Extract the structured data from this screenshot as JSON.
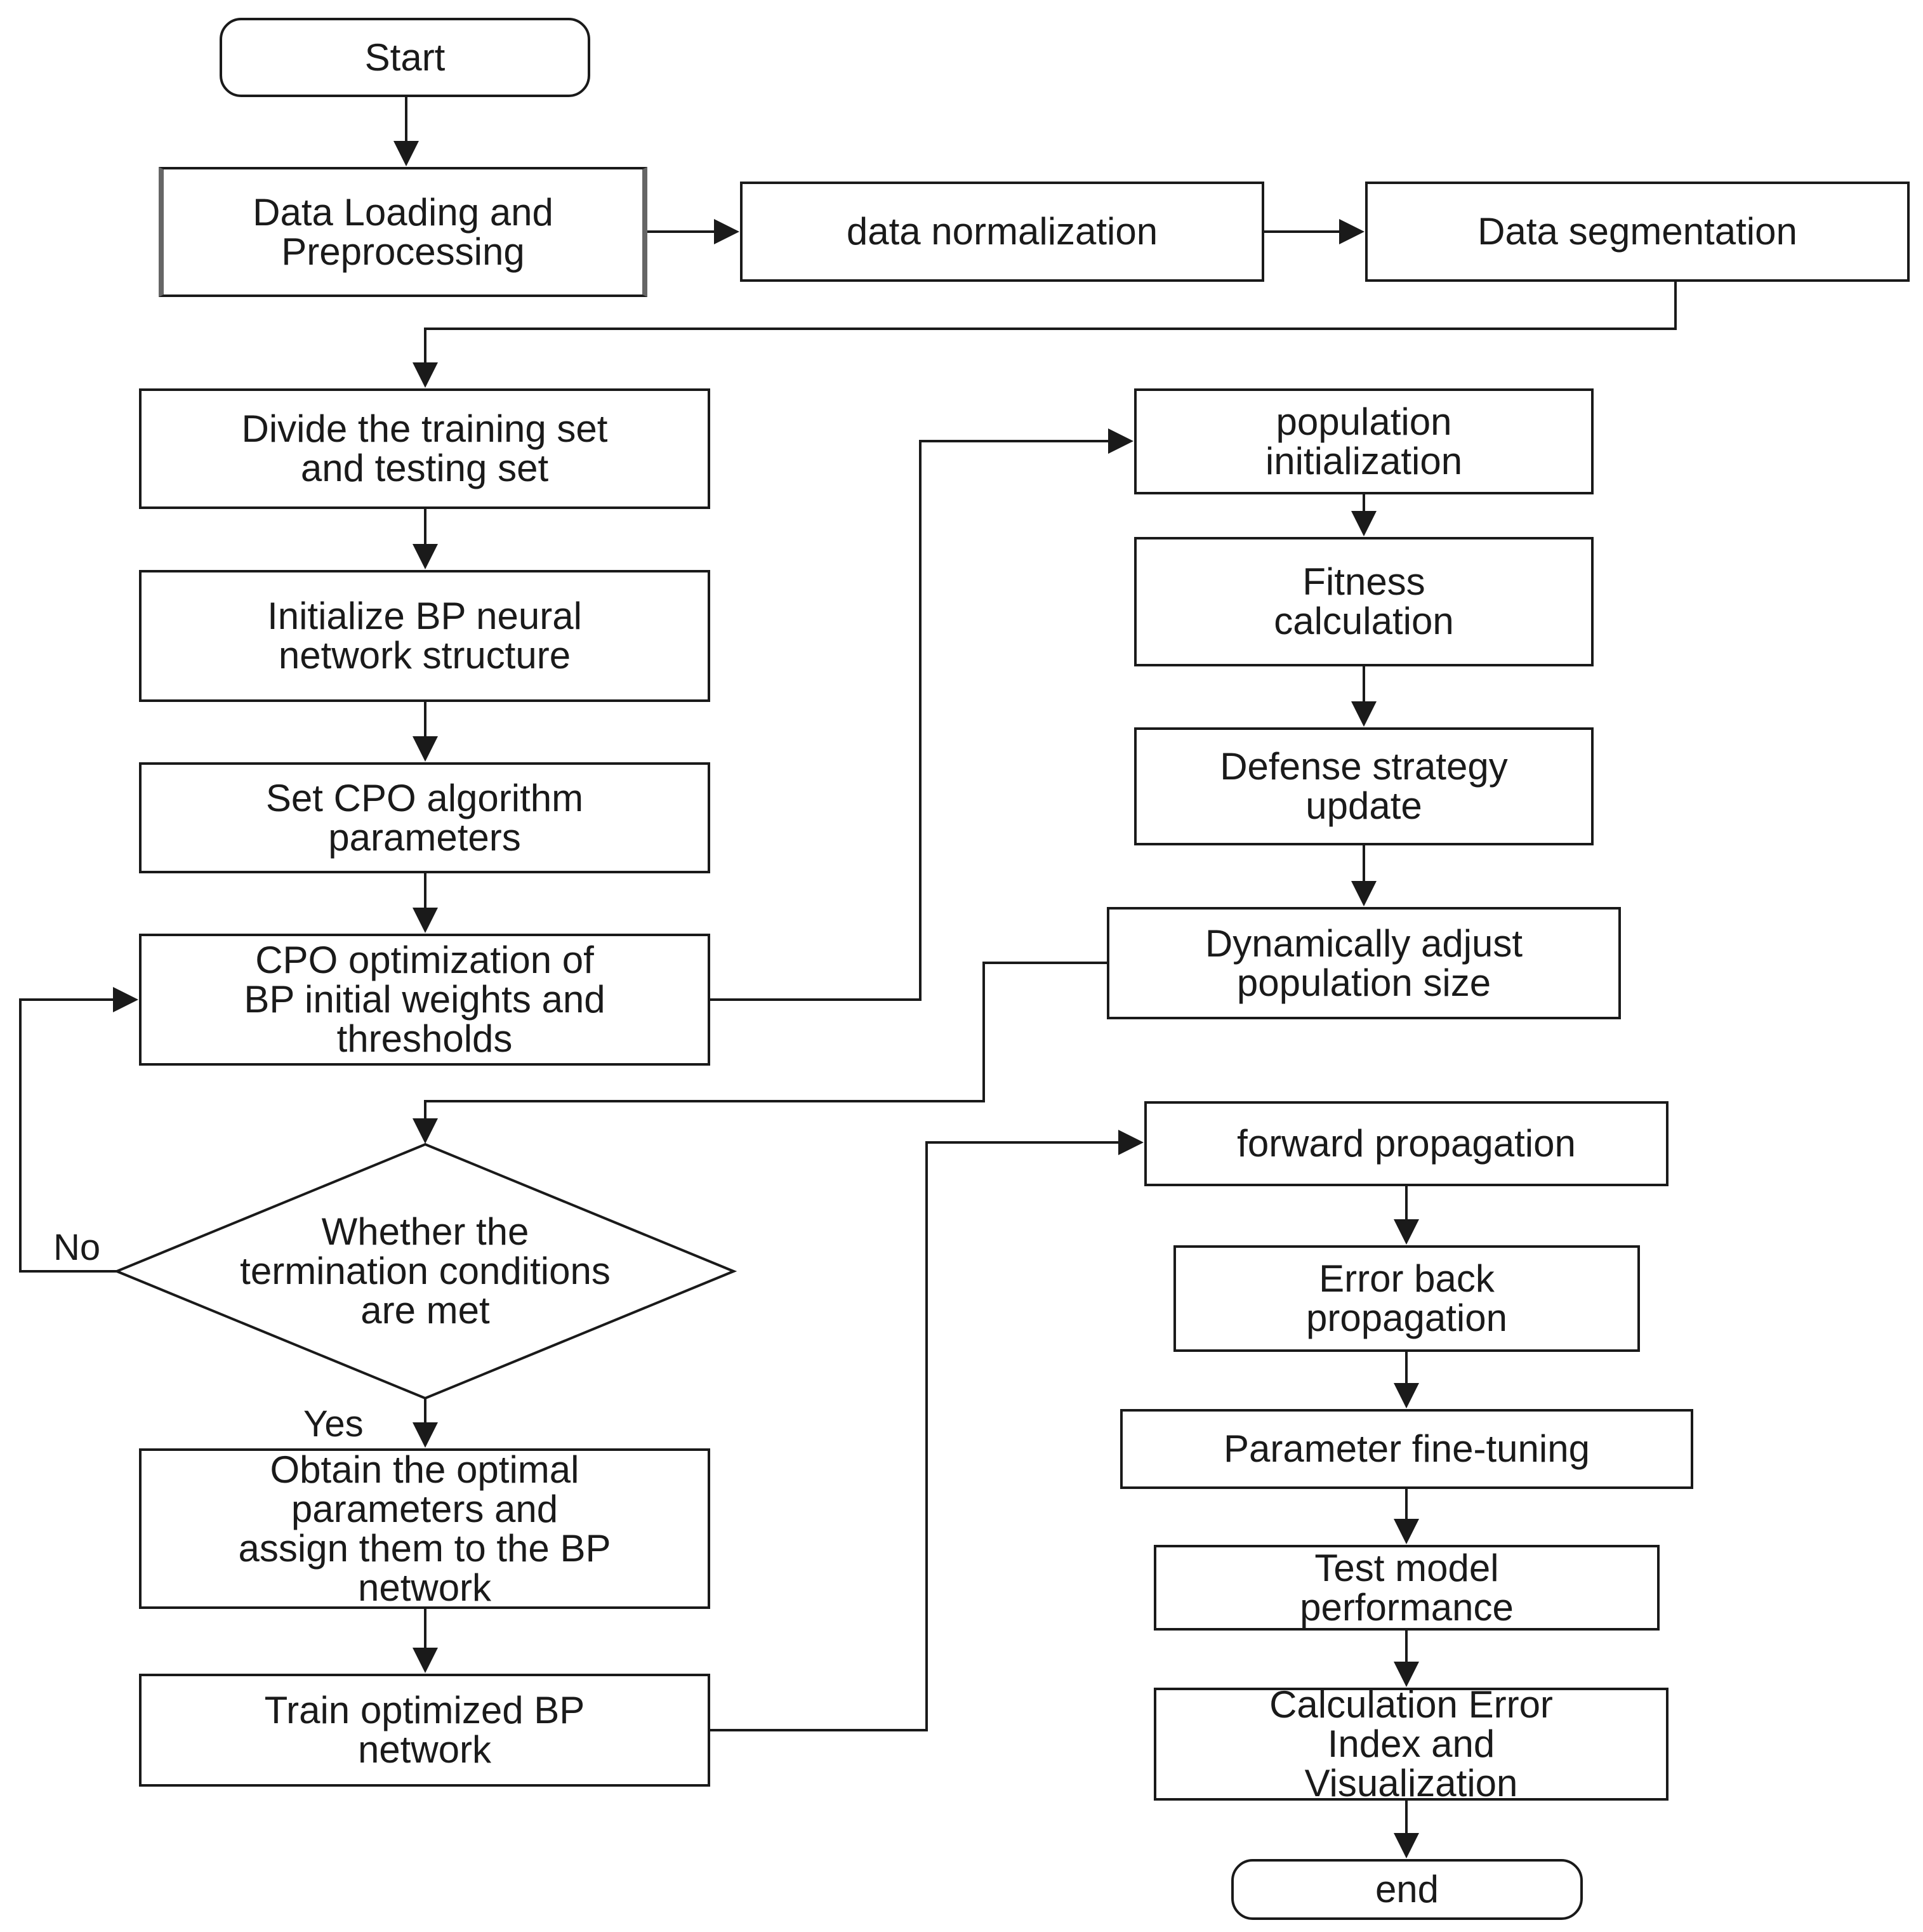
{
  "colors": {
    "stroke": "#1a1a1a",
    "background": "#ffffff",
    "text": "#1a1a1a"
  },
  "nodes": {
    "start": "Start",
    "data_loading": "Data Loading and\nPreprocessing",
    "data_normalization": "data normalization",
    "data_segmentation": "Data segmentation",
    "divide_sets": "Divide the training set\nand testing set",
    "init_bp": "Initialize BP neural\nnetwork structure",
    "set_cpo": "Set CPO algorithm\nparameters",
    "cpo_opt": "CPO optimization of\nBP initial weights and\nthresholds",
    "decision": "Whether the\ntermination conditions\nare met",
    "obtain_params": "Obtain the optimal\nparameters and\nassign them to the BP\nnetwork",
    "train_bp": "Train optimized BP\nnetwork",
    "pop_init": "population\ninitialization",
    "fitness": "Fitness\ncalculation",
    "defense": "Defense strategy\nupdate",
    "dyn_adjust": "Dynamically adjust\npopulation size",
    "forward": "forward propagation",
    "error_back": "Error back\npropagation",
    "fine_tuning": "Parameter fine-tuning",
    "test_model": "Test model\nperformance",
    "calc_error": "Calculation Error\nIndex and\nVisualization",
    "end": "end"
  },
  "labels": {
    "no": "No",
    "yes": "Yes"
  }
}
